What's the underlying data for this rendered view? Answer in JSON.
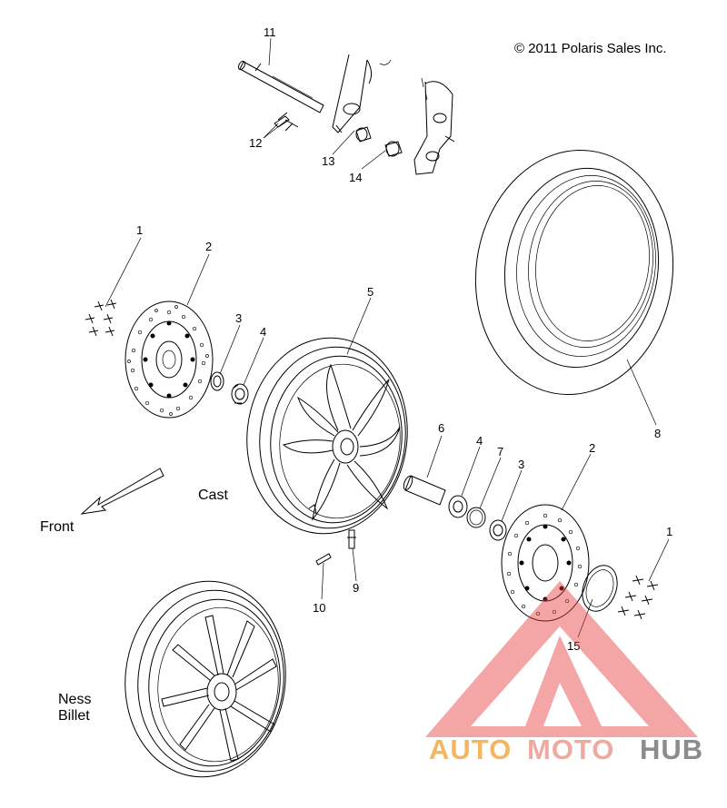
{
  "copyright": "© 2011 Polaris Sales Inc.",
  "labels": {
    "front": "Front",
    "cast": "Cast",
    "ness_line1": "Ness",
    "ness_line2": "Billet"
  },
  "callouts": {
    "c1a": "1",
    "c2a": "2",
    "c3a": "3",
    "c4a": "4",
    "c5": "5",
    "c6": "6",
    "c4b": "4",
    "c7": "7",
    "c3b": "3",
    "c2b": "2",
    "c8": "8",
    "c1b": "1",
    "c9": "9",
    "c10": "10",
    "c11": "11",
    "c12": "12",
    "c13": "13",
    "c14": "14",
    "c15": "15"
  },
  "watermark": {
    "part1": "AUTO",
    "part2": "MOTO",
    "part3": "HUB",
    "colors": {
      "auto": "#f4b661",
      "moto": "#f0a9a0",
      "hub": "#8c8c8c",
      "logo": "#e83a3a"
    }
  }
}
